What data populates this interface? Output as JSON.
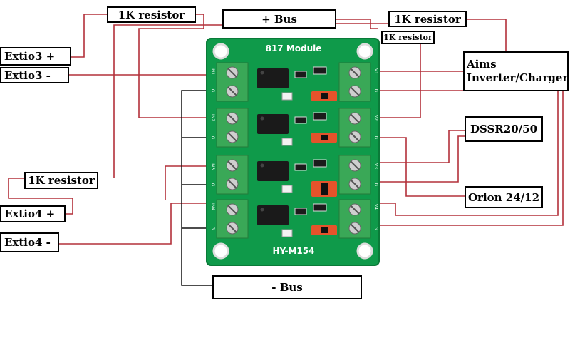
{
  "colors": {
    "pcb": "#0f9a4a",
    "pcb_dark": "#0a7a38",
    "terminal": "#3aa857",
    "terminal_dark": "#247a3a",
    "wire_red": "#b3303a",
    "wire_black": "#111111",
    "jumper_red": "#e5532b",
    "chip": "#1a1a1a"
  },
  "board": {
    "title": "817 Module",
    "model": "HY-M154",
    "pins_left": [
      "IN1",
      "G",
      "IN2",
      "G",
      "IN3",
      "G",
      "IN4",
      "G"
    ],
    "pins_right": [
      "V1",
      "G",
      "V2",
      "G",
      "V3",
      "G",
      "V4",
      "G"
    ]
  },
  "labels": {
    "res_top_left": "1K resistor",
    "bus_plus": "+ Bus",
    "res_top_right": "1K resistor",
    "res_small": "1K resistor",
    "extio3_plus": "Extio3 +",
    "extio3_minus": "Extio3 -",
    "aims_line1": "Aims",
    "aims_line2": "Inverter/Charger",
    "dssr": "DSSR20/50",
    "res_left": "1K resistor",
    "orion": "Orion 24/12",
    "extio4_plus": "Extio4 +",
    "extio4_minus": "Extio4 -",
    "bus_minus": "- Bus"
  }
}
